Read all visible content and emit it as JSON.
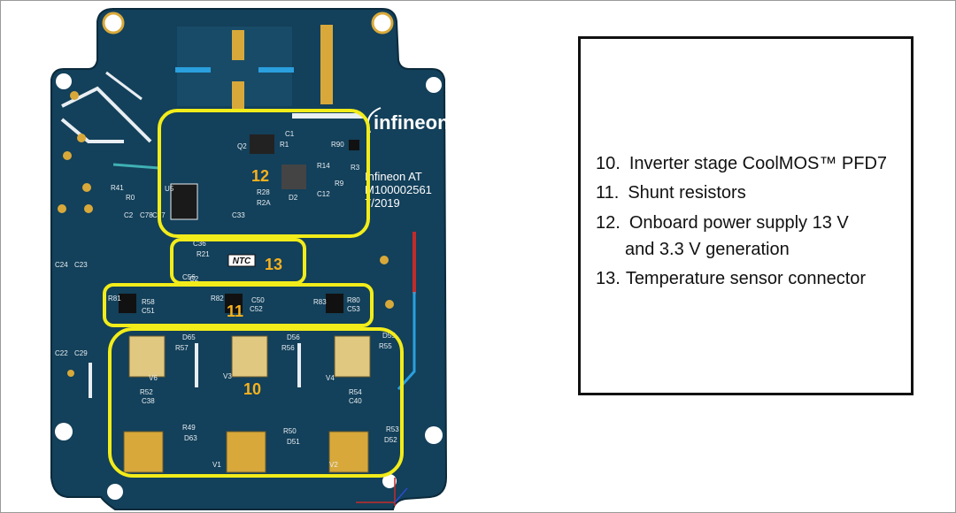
{
  "logo": {
    "brand": "infineon",
    "line1": "Infineon AT",
    "line2": "M100002561",
    "line3": "7/2019"
  },
  "callouts": [
    {
      "id": "10"
    },
    {
      "id": "11"
    },
    {
      "id": "12"
    },
    {
      "id": "13"
    }
  ],
  "silkscreen": {
    "ntc": "NTC",
    "labels": [
      "R41",
      "R0",
      "C2",
      "C78",
      "C37",
      "C24",
      "C23",
      "C22",
      "C29",
      "R90",
      "R14",
      "R3",
      "R9",
      "C12",
      "D2",
      "R28",
      "R2A",
      "C33",
      "U5",
      "C1",
      "R1",
      "Q2",
      "C36",
      "R21",
      "C2",
      "C56",
      "R58",
      "C51",
      "R82",
      "C50",
      "C52",
      "R83",
      "R80",
      "C53",
      "R81",
      "V6",
      "V3",
      "V4",
      "R52",
      "C38",
      "R54",
      "C40",
      "R49",
      "D63",
      "R50",
      "D51",
      "R53",
      "D52",
      "V1",
      "V2",
      "D65",
      "R57",
      "D56",
      "R56",
      "D55",
      "R55"
    ]
  },
  "legend": [
    {
      "num": "10.",
      "text": "Inverter stage CoolMOS™ PFD7",
      "cont": ""
    },
    {
      "num": "11.",
      "text": "Shunt resistors",
      "cont": ""
    },
    {
      "num": "12.",
      "text": "Onboard power supply 13 V",
      "cont": "and 3.3 V generation"
    },
    {
      "num": "13.",
      "text": "Temperature sensor connector",
      "cont": ""
    }
  ],
  "colors": {
    "board": "#13405a",
    "board_light": "#1d5573",
    "trace": "#1e5f80",
    "callout": "#f2ec1a",
    "callout_text": "#f7b21e",
    "silk": "#e8eef2",
    "gold": "#d8a93a"
  }
}
